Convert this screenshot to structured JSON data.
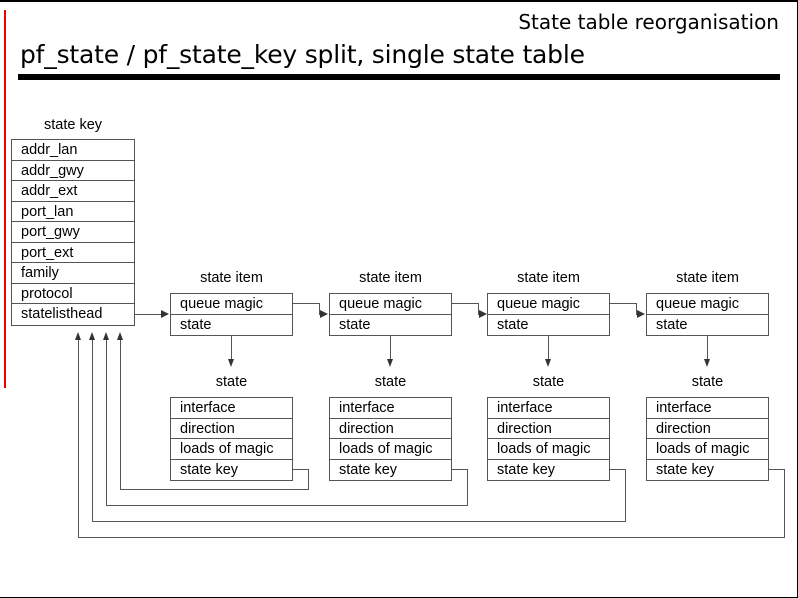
{
  "header": {
    "kicker": "State table reorganisation",
    "title": "pf_state / pf_state_key split, single state table",
    "rule_color": "#000000",
    "accent_color": "#ee0000"
  },
  "state_key": {
    "caption": "state key",
    "fields": [
      "addr_lan",
      "addr_gwy",
      "addr_ext",
      "port_lan",
      "port_gwy",
      "port_ext",
      "family",
      "protocol",
      "statelisthead"
    ]
  },
  "state_item": {
    "caption": "state item",
    "fields": [
      "queue magic",
      "state"
    ]
  },
  "state_struct": {
    "caption": "state",
    "fields": [
      "interface",
      "direction",
      "loads of magic",
      "state key"
    ]
  },
  "columns": [
    {
      "item_caption": "state item",
      "item_fields": [
        "queue magic",
        "state"
      ],
      "state_caption": "state",
      "state_fields": [
        "interface",
        "direction",
        "loads of magic",
        "state key"
      ]
    },
    {
      "item_caption": "state item",
      "item_fields": [
        "queue magic",
        "state"
      ],
      "state_caption": "state",
      "state_fields": [
        "interface",
        "direction",
        "loads of magic",
        "state key"
      ]
    },
    {
      "item_caption": "state item",
      "item_fields": [
        "queue magic",
        "state"
      ],
      "state_caption": "state",
      "state_fields": [
        "interface",
        "direction",
        "loads of magic",
        "state key"
      ]
    },
    {
      "item_caption": "state item",
      "item_fields": [
        "queue magic",
        "state"
      ],
      "state_caption": "state",
      "state_fields": [
        "interface",
        "direction",
        "loads of magic",
        "state key"
      ]
    }
  ],
  "line_color": "#555555",
  "arrow_color": "#333333"
}
